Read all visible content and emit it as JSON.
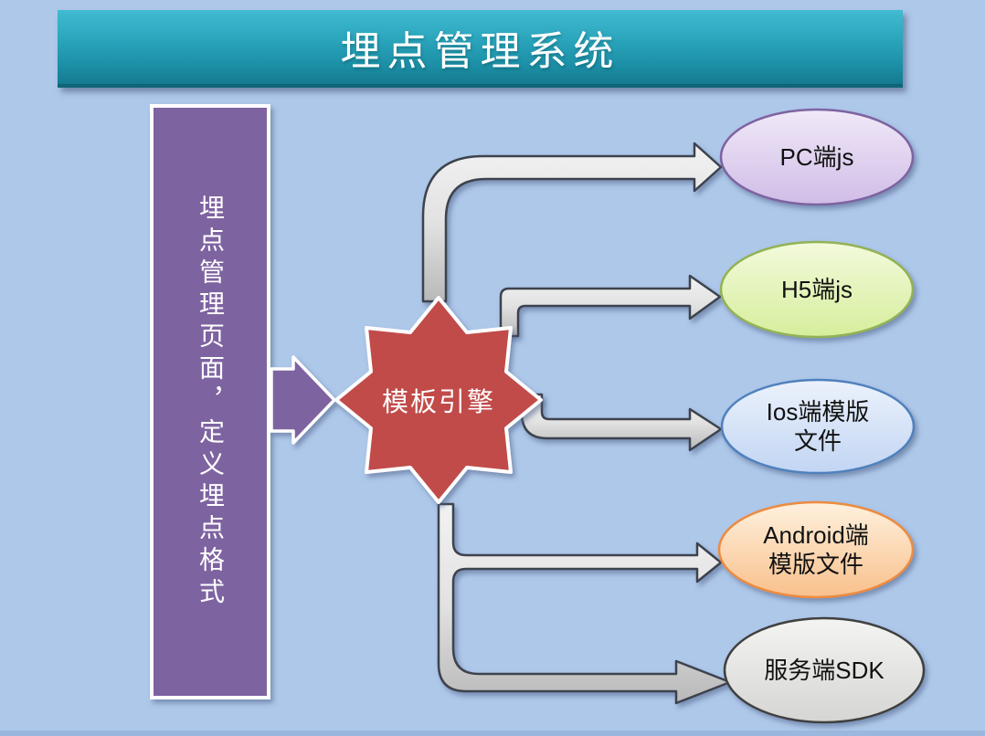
{
  "page": {
    "background_color": "#AEC8EA",
    "footer_strip_color": "#9CB7DD"
  },
  "banner": {
    "title": "埋点管理系统",
    "gradient_top": "#41BBD1",
    "gradient_bottom": "#157A90",
    "edge_color": "#0F6576",
    "text_color": "#FFFFFF"
  },
  "source_panel": {
    "label": "埋点管理页面，定义埋点格式",
    "fill": "#7E63A1",
    "outline": "#FFFFFF",
    "text_color": "#FFFFFF"
  },
  "engine_star": {
    "label": "模板引擎",
    "fill": "#C14B48",
    "outline": "#FFFFFF",
    "text_color": "#FFFFFF"
  },
  "connectors": {
    "fill_light": "#F2F2F2",
    "fill_mid": "#E2E2E2",
    "fill_dark": "#B9B9B9",
    "stroke": "#3E434E"
  },
  "outputs": [
    {
      "label": "PC端js",
      "fill_top": "#F1E9F8",
      "fill_bottom": "#D0BDE7",
      "border": "#7E63A1"
    },
    {
      "label": "H5端js",
      "fill_top": "#F3FADC",
      "fill_bottom": "#D6EE9C",
      "border": "#93B254"
    },
    {
      "label": "Ios端模版\n文件",
      "fill_top": "#EBF2FC",
      "fill_bottom": "#C2D5F3",
      "border": "#5081BD"
    },
    {
      "label": "Android端\n模版文件",
      "fill_top": "#FEF1DE",
      "fill_bottom": "#F9C08C",
      "border": "#EC8B3F"
    },
    {
      "label": "服务端SDK",
      "fill_top": "#F4F4F2",
      "fill_bottom": "#D5D5D3",
      "border": "#3F3F3F"
    }
  ]
}
